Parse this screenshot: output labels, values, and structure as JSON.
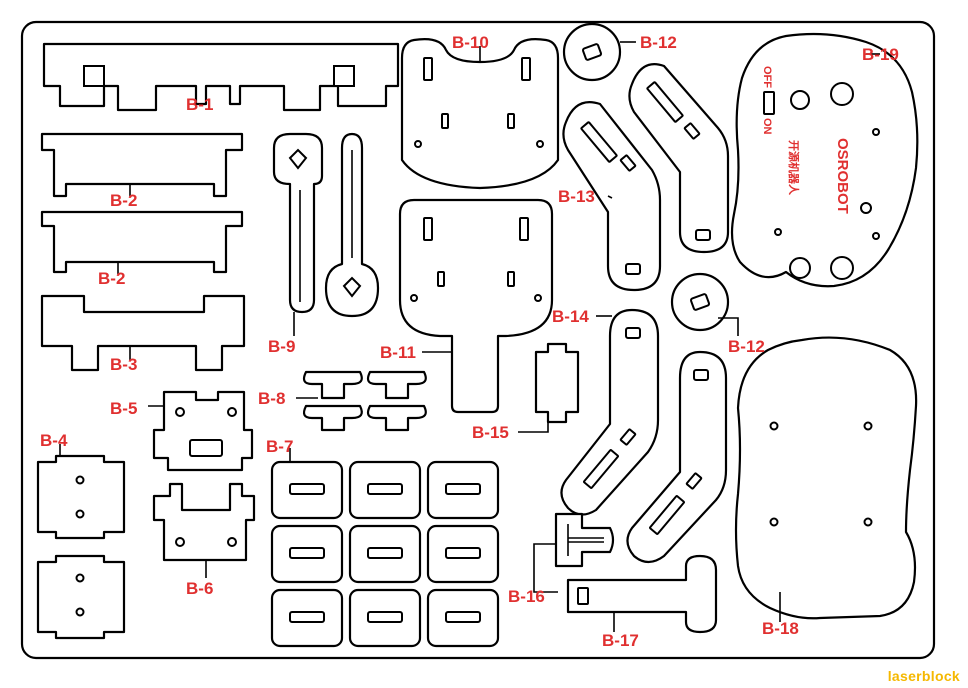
{
  "colors": {
    "label": "#e03030",
    "outline": "#000000",
    "brand": "#f5b800"
  },
  "brand": "laserblock",
  "engraving": {
    "name": "OSROBOT",
    "switch_off": "OFF",
    "switch_on": "ON",
    "chinese": "开源机器人"
  },
  "labels": [
    "B-1",
    "B-2",
    "B-2",
    "B-3",
    "B-4",
    "B-5",
    "B-6",
    "B-7",
    "B-8",
    "B-9",
    "B-10",
    "B-11",
    "B-12",
    "B-12",
    "B-13",
    "B-14",
    "B-15",
    "B-16",
    "B-17",
    "B-18",
    "B-19"
  ]
}
